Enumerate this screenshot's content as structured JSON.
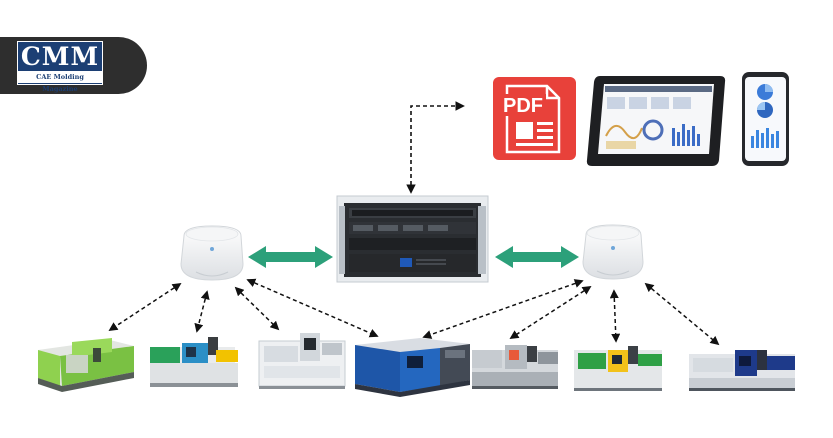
{
  "logo": {
    "name": "CMM",
    "tagline": "CAE Molding Magazine",
    "colors": {
      "banner": "#2e2e2e",
      "box": "#1c3f74"
    }
  },
  "outputs": {
    "pdf_label": "PDF",
    "pdf_color": "#e8413a",
    "devices": [
      "pdf-document-icon",
      "tablet-icon",
      "smartphone-icon"
    ]
  },
  "diagram": {
    "nodes": [
      "server-rack",
      "wireless-access-point-left",
      "wireless-access-point-right"
    ],
    "machines": [
      {
        "name": "injection-molding-machine-1",
        "accent": "#79c442"
      },
      {
        "name": "injection-molding-machine-2",
        "accent": "#2aa15a"
      },
      {
        "name": "injection-molding-machine-3",
        "accent": "#9aa0a6"
      },
      {
        "name": "injection-molding-machine-4",
        "accent": "#1e56a8"
      },
      {
        "name": "injection-molding-machine-5",
        "accent": "#e85a3a"
      },
      {
        "name": "injection-molding-machine-6",
        "accent": "#2fa046"
      },
      {
        "name": "injection-molding-machine-7",
        "accent": "#1e3a8a"
      }
    ],
    "link_color": "#2ca07a"
  }
}
